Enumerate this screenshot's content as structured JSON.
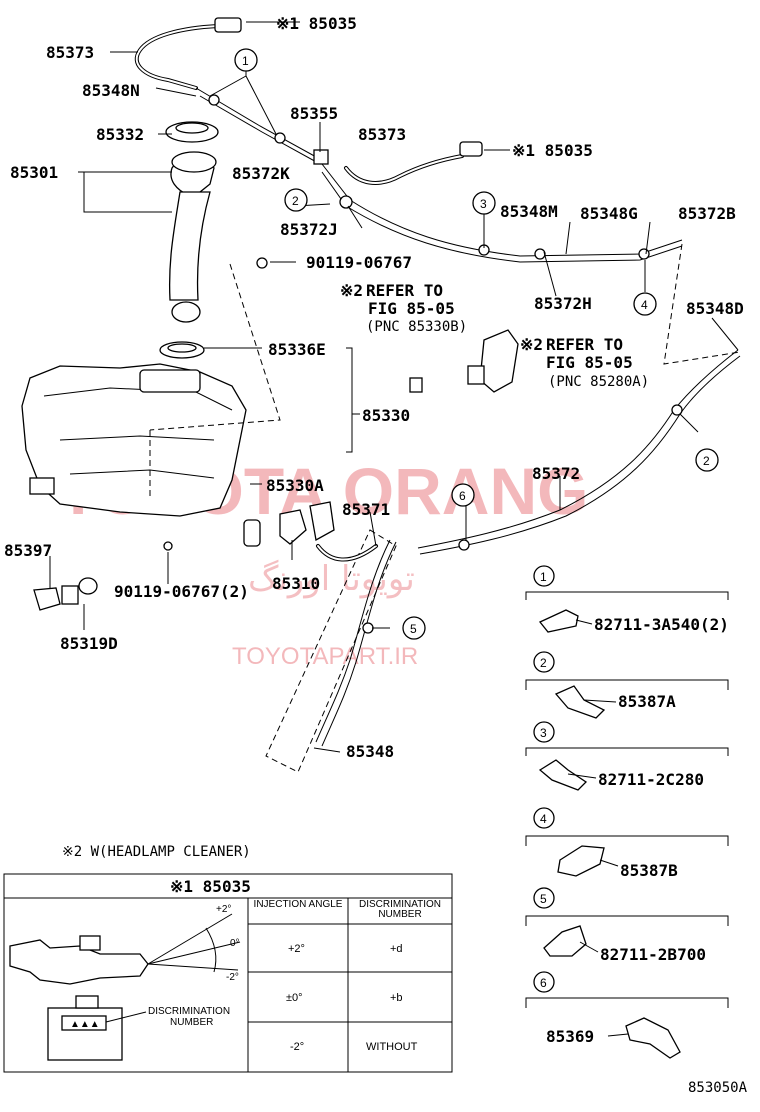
{
  "labels": {
    "p85035_top": "※1 85035",
    "p85373_top": "85373",
    "p85348N": "85348N",
    "p85332": "85332",
    "p85301": "85301",
    "p85355": "85355",
    "p85372K": "85372K",
    "p85373_mid": "85373",
    "p85035_mid": "※1 85035",
    "p85372J": "85372J",
    "p85348M": "85348M",
    "p85348G": "85348G",
    "p85372B": "85372B",
    "p90119_top": "90119-06767",
    "p85372H": "85372H",
    "p85348D": "85348D",
    "p85336E": "85336E",
    "p85330": "85330",
    "p85330A": "85330A",
    "p85371": "85371",
    "p85372": "85372",
    "p85397": "85397",
    "p85310": "85310",
    "p90119_bot": "90119-06767(2)",
    "p85319D": "85319D",
    "p85348": "85348"
  },
  "refer_notes": [
    {
      "mark": "※2",
      "line1": "REFER TO",
      "line2": "FIG 85-05",
      "line3": "(PNC 85330B)"
    },
    {
      "mark": "※2",
      "line1": "REFER TO",
      "line2": "FIG 85-05",
      "line3": "(PNC 85280A)"
    }
  ],
  "callouts": [
    "1",
    "2",
    "3",
    "4",
    "5",
    "6"
  ],
  "legend": [
    {
      "num": "1",
      "part": "82711-3A540(2)"
    },
    {
      "num": "2",
      "part": "85387A"
    },
    {
      "num": "3",
      "part": "82711-2C280"
    },
    {
      "num": "4",
      "part": "85387B"
    },
    {
      "num": "5",
      "part": "82711-2B700"
    },
    {
      "num": "6",
      "part": "85369"
    }
  ],
  "watermarks": {
    "main": "TOYOTA ORANG",
    "persian": "تویوتا اورنگ",
    "site": "TOYOTAPART.IR"
  },
  "note": "※2 W(HEADLAMP CLEANER)",
  "table": {
    "title": "※1 85035",
    "col1": "INJECTION ANGLE",
    "col2": "DISCRIMINATION NUMBER",
    "rows": [
      {
        "angle": "+2°",
        "number": "+d"
      },
      {
        "angle": "±0°",
        "number": "+b"
      },
      {
        "angle": "-2°",
        "number": "WITHOUT"
      }
    ],
    "angle_marks": [
      "+2°",
      "0°",
      "-2°"
    ],
    "disc_label_1": "DISCRIMINATION",
    "disc_label_2": "NUMBER"
  },
  "figure_id": "853050A"
}
